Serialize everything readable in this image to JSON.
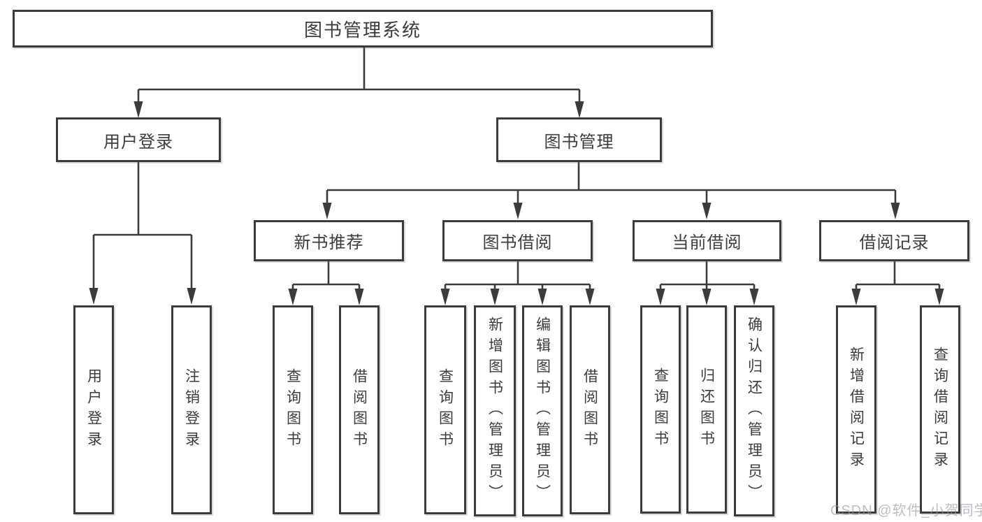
{
  "tree": {
    "root": {
      "label": "图书管理系统"
    },
    "children": [
      {
        "label": "用户登录",
        "children": [
          {
            "label": "用户登录"
          },
          {
            "label": "注销登录"
          }
        ]
      },
      {
        "label": "图书管理",
        "children": [
          {
            "label": "新书推荐",
            "children": [
              {
                "label": "查询图书"
              },
              {
                "label": "借阅图书"
              }
            ]
          },
          {
            "label": "图书借阅",
            "children": [
              {
                "label": "查询图书"
              },
              {
                "label": "新增图书（管理员）"
              },
              {
                "label": "编辑图书（管理员）"
              },
              {
                "label": "借阅图书"
              }
            ]
          },
          {
            "label": "当前借阅",
            "children": [
              {
                "label": "查询图书"
              },
              {
                "label": "归还图书"
              },
              {
                "label": "确认归还（管理员）"
              }
            ]
          },
          {
            "label": "借阅记录",
            "children": [
              {
                "label": "新增借阅记录"
              },
              {
                "label": "查询借阅记录"
              }
            ]
          }
        ]
      }
    ]
  },
  "watermark": {
    "text": "CSDN @软件_小贺同学"
  },
  "colors": {
    "line": "#3b3b3b",
    "text": "#3c3c3c",
    "background": "#ffffff",
    "watermark": "#9aa0a8"
  }
}
